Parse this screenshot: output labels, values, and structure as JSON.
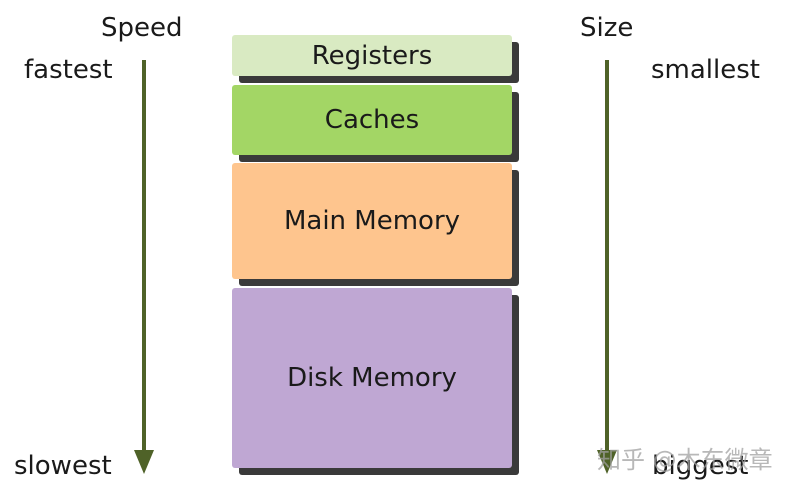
{
  "speed": {
    "title": "Speed",
    "top_label": "fastest",
    "bottom_label": "slowest"
  },
  "size": {
    "title": "Size",
    "top_label": "smallest",
    "bottom_label": "biggest"
  },
  "hierarchy": {
    "registers": "Registers",
    "caches": "Caches",
    "main_memory": "Main Memory",
    "disk_memory": "Disk Memory"
  },
  "colors": {
    "registers": "#d9eac2",
    "caches": "#a3d665",
    "main_memory": "#fec58e",
    "disk_memory": "#bfa7d3",
    "arrow": "#4f6228",
    "shadow": "#3a3a3a"
  },
  "watermark": "知乎 @木东微章"
}
